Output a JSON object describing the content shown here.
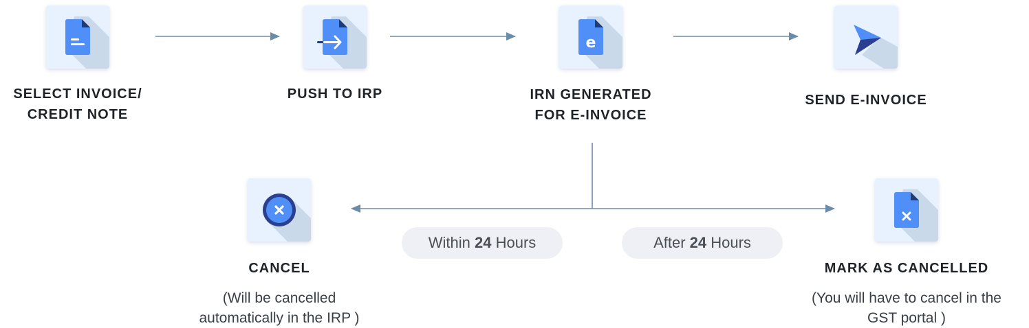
{
  "steps": {
    "select": {
      "title_line1": "SELECT INVOICE/",
      "title_line2": "CREDIT NOTE",
      "icon": "document-icon"
    },
    "push": {
      "title": "PUSH TO IRP",
      "icon": "document-arrow-icon"
    },
    "irn": {
      "title_line1": "IRN GENERATED",
      "title_line2": "FOR E-INVOICE",
      "icon": "e-document-icon"
    },
    "send": {
      "title": "SEND E-INVOICE",
      "icon": "send-icon"
    }
  },
  "branches": {
    "cancel": {
      "title": "CANCEL",
      "note_line1": "(Will be cancelled",
      "note_line2": "automatically in the IRP )",
      "icon": "cancel-circle-icon"
    },
    "mark": {
      "title": "MARK AS CANCELLED",
      "note_line1": "(You will have to cancel in the",
      "note_line2": "GST portal )",
      "icon": "document-x-icon"
    }
  },
  "conditions": {
    "within": {
      "prefix": "Within ",
      "number": "24",
      "suffix": " Hours"
    },
    "after": {
      "prefix": "After ",
      "number": "24",
      "suffix": " Hours"
    }
  },
  "colors": {
    "connector": "#6b8ca8",
    "icon_blue": "#4f8ff7",
    "icon_shadow": "#c9d9ea",
    "tile_bg": "#e8f2fe",
    "send_dark": "#2a3f8f",
    "pill_bg": "#eef0f5"
  }
}
